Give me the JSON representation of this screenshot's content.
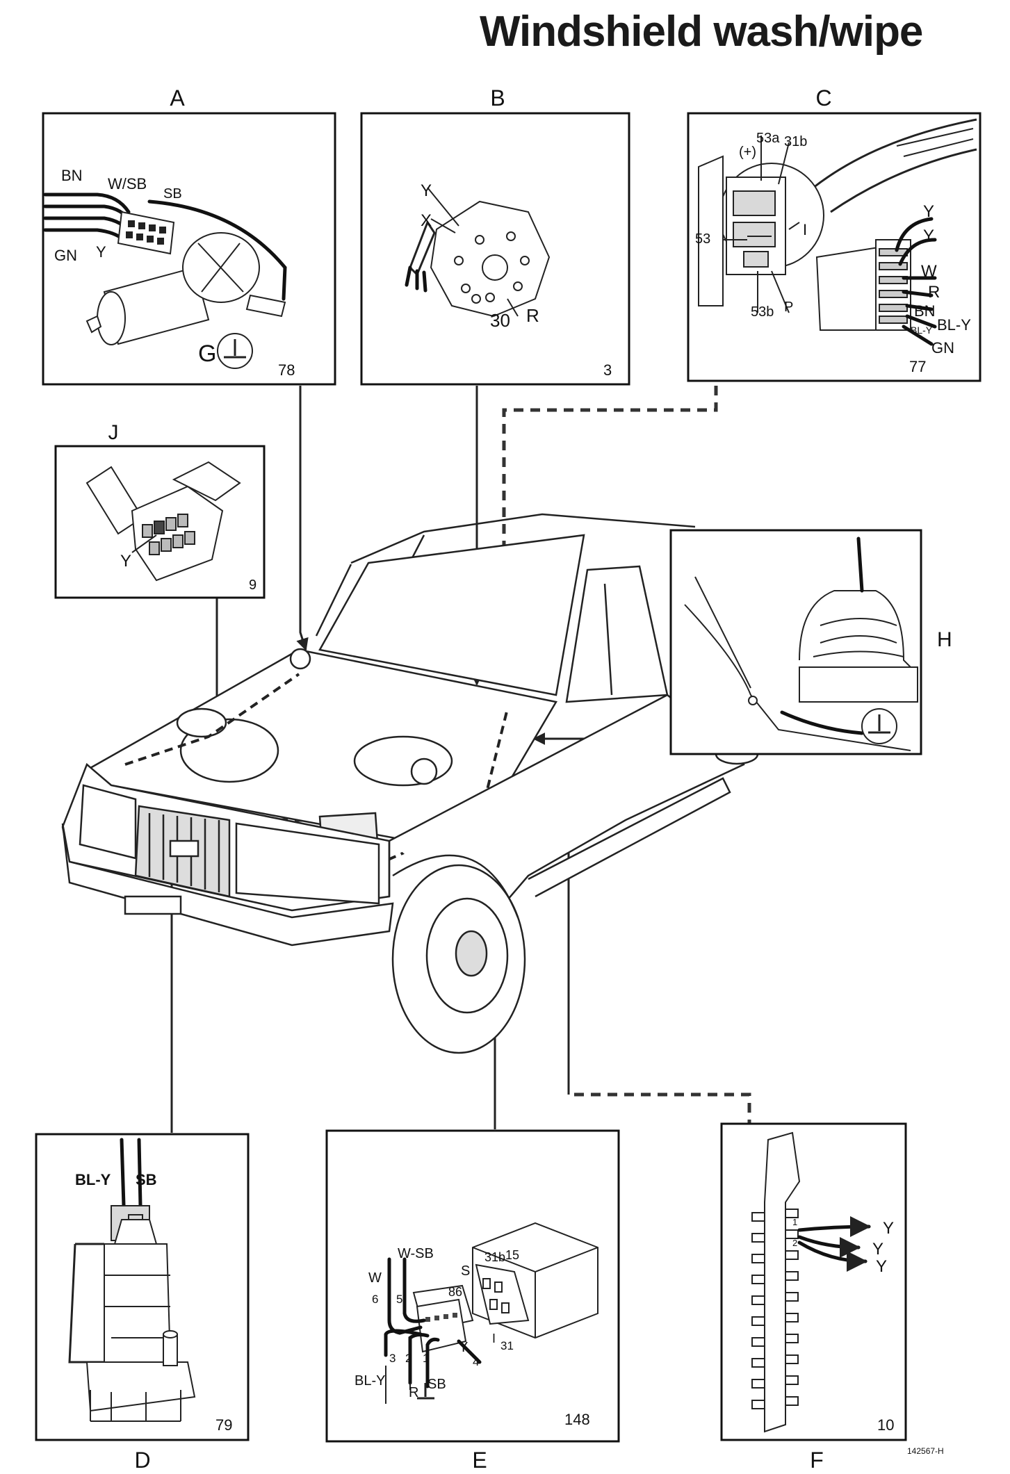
{
  "title": "Windshield wash/wipe",
  "footnote": "142567-H",
  "panels": {
    "A": {
      "letter": "A",
      "number": "78",
      "labels": [
        "BN",
        "W/SB",
        "SB",
        "GN",
        "Y",
        "G"
      ]
    },
    "B": {
      "letter": "B",
      "number": "3",
      "labels": [
        "Y",
        "X",
        "30",
        "R"
      ]
    },
    "C": {
      "letter": "C",
      "number": "77",
      "labels": [
        "53a",
        "(+)",
        "31b",
        "53",
        "I",
        "53b",
        "P",
        "Y",
        "Y",
        "W",
        "R",
        "BN",
        "BL-Y",
        "BL-Y",
        "GN"
      ]
    },
    "J": {
      "letter": "J",
      "number": "9",
      "labels": [
        "Y"
      ]
    },
    "H": {
      "letter": "H"
    },
    "D": {
      "letter": "D",
      "number": "79",
      "labels": [
        "BL-Y",
        "SB"
      ]
    },
    "E": {
      "letter": "E",
      "number": "148",
      "labels": [
        "31b",
        "15",
        "S",
        "86",
        "W",
        "W-SB",
        "6",
        "5",
        "I",
        "31",
        "3",
        "2",
        "1",
        "Y",
        "4",
        "BL-Y",
        "R",
        "SB"
      ]
    },
    "F": {
      "letter": "F",
      "number": "10",
      "labels": [
        "Y",
        "Y",
        "Y",
        "1",
        "2"
      ]
    }
  },
  "colors": {
    "ink": "#111111",
    "paper": "#ffffff",
    "shade": "#d9d9d9"
  }
}
